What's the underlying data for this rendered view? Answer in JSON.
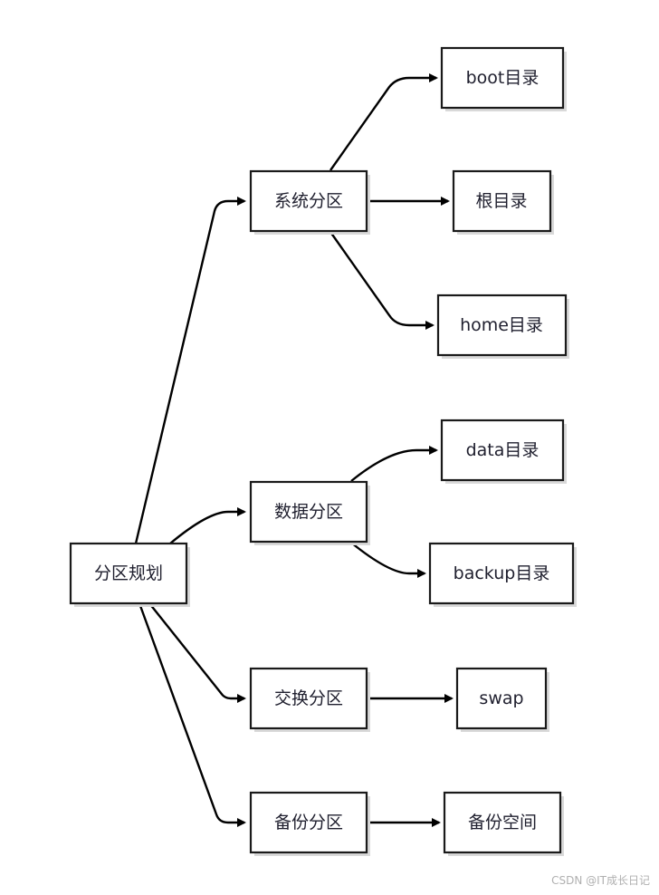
{
  "nodes": {
    "root": "分区规划",
    "system": "系统分区",
    "data": "数据分区",
    "swap_part": "交换分区",
    "backup_part": "备份分区",
    "boot": "boot目录",
    "root_dir": "根目录",
    "home": "home目录",
    "data_dir": "data目录",
    "backup_dir": "backup目录",
    "swap": "swap",
    "backup_space": "备份空间"
  },
  "watermark": "CSDN @IT成长日记"
}
